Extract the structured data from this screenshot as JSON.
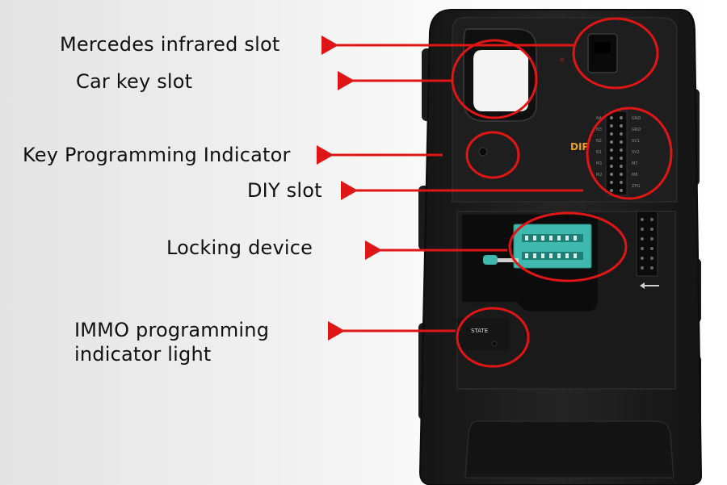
{
  "callouts": {
    "mercedes_infrared_slot": "Mercedes infrared slot",
    "car_key_slot": "Car key slot",
    "key_programming_indicator": "Key Programming Indicator",
    "diy_slot": "DIY slot",
    "locking_device": "Locking device",
    "immo_indicator_line1": "IMMO programming",
    "immo_indicator_line2": "indicator light"
  },
  "device_markings": {
    "diy": "DIP",
    "state": "STATE"
  },
  "colors": {
    "callout_red": "#e01515",
    "device_body": "#1c1c1c",
    "socket_green": "#3fb8ad",
    "label_text": "#111111"
  }
}
